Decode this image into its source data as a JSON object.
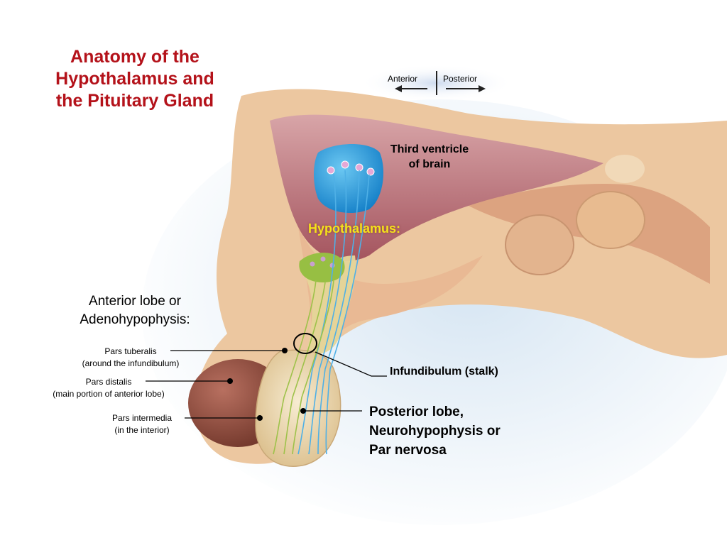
{
  "title": {
    "line1": "Anatomy of the",
    "line2": "Hypothalamus and",
    "line3": "the Pituitary Gland"
  },
  "orientation": {
    "anterior": "Anterior",
    "posterior": "Posterior"
  },
  "labels": {
    "third_ventricle_line1": "Third ventricle",
    "third_ventricle_line2": "of brain",
    "hypothalamus": "Hypothalamus:",
    "anterior_lobe_line1": "Anterior lobe or",
    "anterior_lobe_line2": "Adenohypophysis:",
    "pars_tuberalis_line1": "Pars tuberalis",
    "pars_tuberalis_line2": "(around the infundibulum)",
    "pars_distalis_line1": "Pars  distalis",
    "pars_distalis_line2": "(main portion of anterior lobe)",
    "pars_intermedia_line1": "Pars  intermedia",
    "pars_intermedia_line2": "(in the interior)",
    "infundibulum": "Infundibulum (stalk)",
    "posterior_lobe_line1": "Posterior lobe,",
    "posterior_lobe_line2": "Neurohypophysis or",
    "posterior_lobe_line3": "Par nervosa"
  },
  "colors": {
    "title": "#b4121a",
    "hypothalamus_label": "#f5e21a",
    "tissue": "#e8bf98",
    "ventricle_area": "#c98d92",
    "nucleus_blue": "#2aa3e3",
    "nucleus_green": "#8fb83c",
    "anterior_lobe": "#8c4a3a",
    "posterior_lobe": "#efe0b8"
  }
}
